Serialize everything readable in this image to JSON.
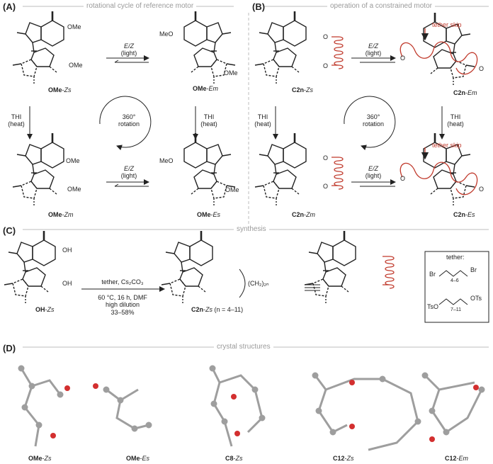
{
  "panelA": {
    "letter": "(A)",
    "title": "rotational cycle of reference motor",
    "compounds": [
      {
        "bold": "OMe",
        "italic": "Zs"
      },
      {
        "bold": "OMe",
        "italic": "Em"
      },
      {
        "bold": "OMe",
        "italic": "Zm"
      },
      {
        "bold": "OMe",
        "italic": "Es"
      }
    ],
    "top_arrow": {
      "line1": "E/Z",
      "line2": "(light)"
    },
    "bottom_arrow": {
      "line1": "E/Z",
      "line2": "(light)"
    },
    "left_arrow": {
      "line1": "THI",
      "line2": "(heat)"
    },
    "right_arrow": {
      "line1": "THI",
      "line2": "(heat)"
    },
    "rotation": {
      "line1": "360°",
      "line2": "rotation"
    },
    "substituent": "OMe",
    "substituent_rev": "MeO"
  },
  "panelB": {
    "letter": "(B)",
    "title": "operation of a constrained motor",
    "compounds": [
      {
        "bold": "C2n",
        "italic": "Zs"
      },
      {
        "bold": "C2n",
        "italic": "Em"
      },
      {
        "bold": "C2n",
        "italic": "Zm"
      },
      {
        "bold": "C2n",
        "italic": "Es"
      }
    ],
    "top_arrow": {
      "line1": "E/Z",
      "line2": "(light)"
    },
    "bottom_arrow": {
      "line1": "E/Z",
      "line2": "(light)"
    },
    "left_arrow": {
      "line1": "THI",
      "line2": "(heat)"
    },
    "right_arrow": {
      "line1": "THI",
      "line2": "(heat)"
    },
    "rotation": {
      "line1": "360°",
      "line2": "rotation"
    },
    "tether_skip": "tether skip",
    "oxygen": "O"
  },
  "panelC": {
    "letter": "(C)",
    "title": "synthesis",
    "start": {
      "bold": "OH",
      "italic": "Zs"
    },
    "substituent": "OH",
    "reagents_above": "tether, Cs₂CO₃",
    "conditions": [
      "60 °C, 16 h, DMF",
      "high dilution",
      "33–58%"
    ],
    "product": {
      "bold": "C2n",
      "italic": "Zs",
      "suffix": " (n = 4–11)"
    },
    "chain": "(CH₂)₂ₙ",
    "tether_box": {
      "title": "tether:",
      "br_left": "Br",
      "br_right": "Br",
      "br_sub": "4–6",
      "ts_left": "TsO",
      "ts_right": "OTs",
      "ts_sub": "7–11"
    }
  },
  "panelD": {
    "letter": "(D)",
    "title": "crystal structures",
    "structures": [
      {
        "bold": "OMe",
        "italic": "Zs"
      },
      {
        "bold": "OMe",
        "italic": "Es"
      },
      {
        "bold": "C8",
        "italic": "Zs"
      },
      {
        "bold": "C12",
        "italic": "Zs"
      },
      {
        "bold": "C12",
        "italic": "Em"
      }
    ]
  },
  "colors": {
    "accent_red": "#c0392b",
    "divider": "#bdbdbd",
    "atom_grey": "#9e9e9e",
    "oxygen_red": "#d32f2f"
  }
}
